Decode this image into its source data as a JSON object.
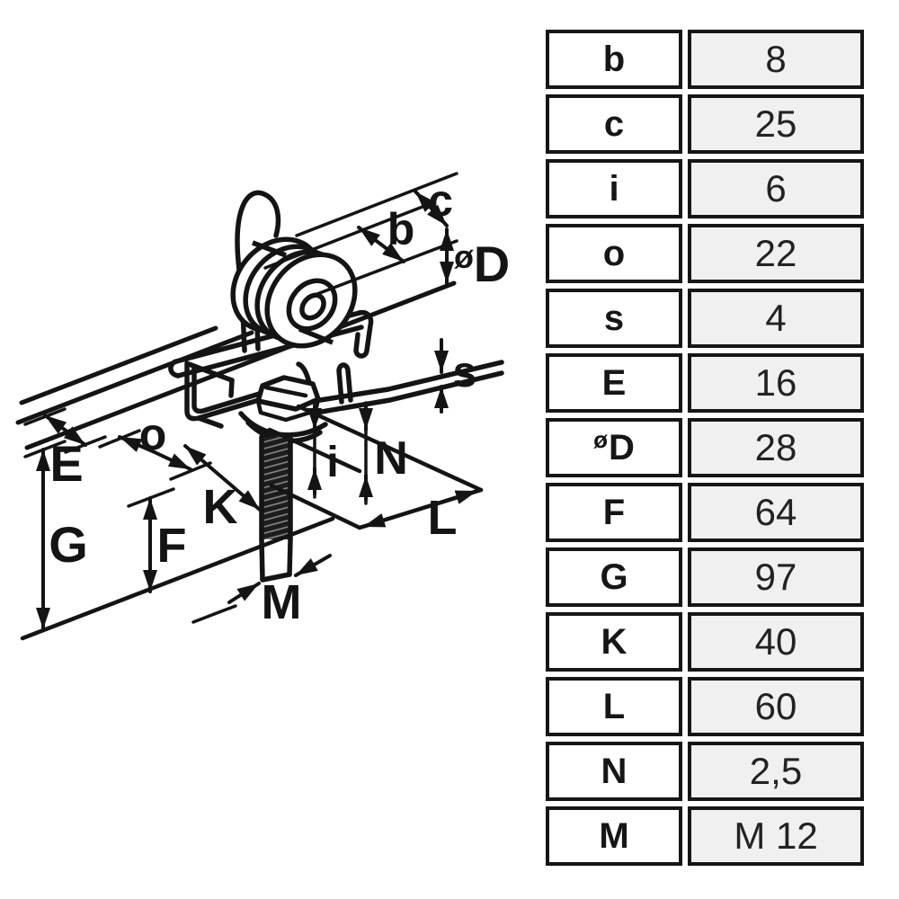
{
  "drawing": {
    "dimension_labels": {
      "c": "c",
      "b": "b",
      "diameter_prefix": "ø",
      "diameter_letter": "D",
      "s": "s",
      "E": "E",
      "o": "o",
      "i": "i",
      "N": "N",
      "K": "K",
      "G": "G",
      "F": "F",
      "L": "L",
      "M": "M"
    }
  },
  "table": {
    "rows": [
      {
        "label": "b",
        "value": "8"
      },
      {
        "label": "c",
        "value": "25"
      },
      {
        "label": "i",
        "value": "6"
      },
      {
        "label": "o",
        "value": "22"
      },
      {
        "label": "s",
        "value": "4"
      },
      {
        "label": "E",
        "value": "16"
      },
      {
        "label": "D",
        "label_prefix": "ø",
        "value": "28"
      },
      {
        "label": "F",
        "value": "64"
      },
      {
        "label": "G",
        "value": "97"
      },
      {
        "label": "K",
        "value": "40"
      },
      {
        "label": "L",
        "value": "60"
      },
      {
        "label": "N",
        "value": "2,5"
      },
      {
        "label": "M",
        "value": "M 12"
      }
    ]
  },
  "colors": {
    "line": "#141414",
    "table_border": "#161616",
    "value_cell_bg": "#f0f0f0",
    "background": "#ffffff"
  }
}
